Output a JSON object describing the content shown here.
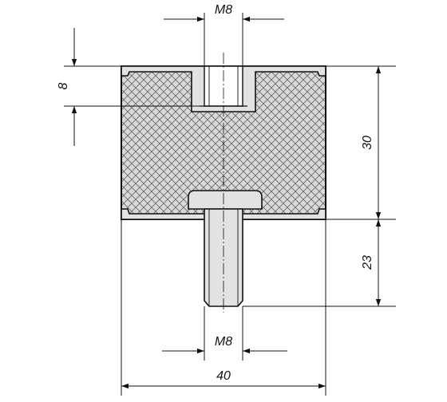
{
  "dimensions": {
    "thread_top": "M8",
    "thread_bottom": "M8",
    "insert_depth": "8",
    "body_height": "30",
    "stud_length": "23",
    "diameter": "40"
  },
  "colors": {
    "line": "#111111",
    "rubber_fill": "#d9d9d9",
    "metal_fill": "#e2e2e2",
    "hatch": "#6a6a6a"
  }
}
